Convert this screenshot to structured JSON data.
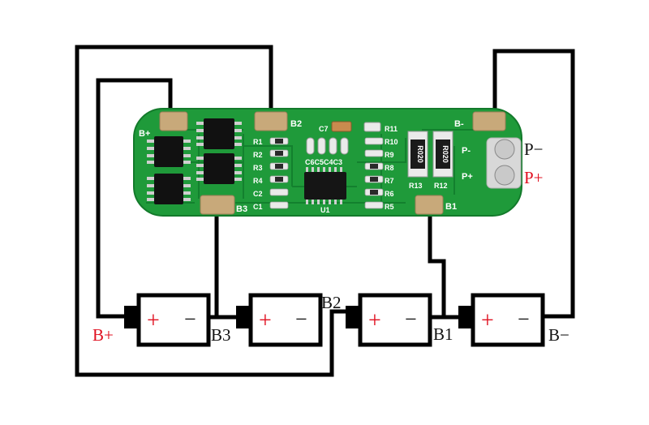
{
  "pcb": {
    "pad_labels": {
      "b_plus": "B+",
      "b2": "B2",
      "b3": "B3",
      "b1": "B1",
      "b_minus": "B-",
      "p_minus": "P-",
      "p_plus": "P+"
    },
    "components": {
      "left": [
        "R1",
        "R2",
        "R3",
        "R4",
        "C2",
        "C1"
      ],
      "right": [
        "R11",
        "R10",
        "R9",
        "R8",
        "R7",
        "R6",
        "R5"
      ],
      "caps_top": "C7",
      "caps_row": "C6C5C4C3",
      "ic": "U1",
      "res_left": "R13",
      "res_right": "R12",
      "res_code": "R020"
    },
    "colors": {
      "board": "#1f9a3a",
      "trace": "#0c6b24",
      "pad": "#c8a97a"
    }
  },
  "outside_labels": {
    "p_minus": "P−",
    "p_plus": "P+"
  },
  "batteries": [
    {
      "plus": "+",
      "minus": "−"
    },
    {
      "plus": "+",
      "minus": "−"
    },
    {
      "plus": "+",
      "minus": "−"
    },
    {
      "plus": "+",
      "minus": "−"
    }
  ],
  "wire_labels": {
    "b_plus": "B+",
    "b3": "B3",
    "b2": "B2",
    "b1": "B1",
    "b_minus": "B−"
  }
}
